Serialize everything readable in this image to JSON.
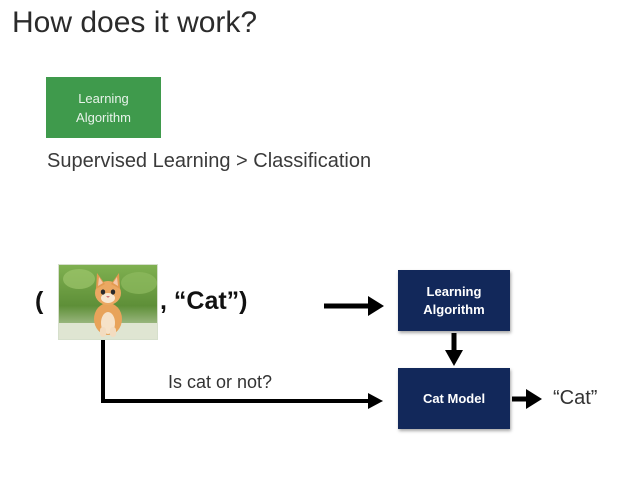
{
  "slide": {
    "title": "How does it work?",
    "legend_box": {
      "line1": "Learning",
      "line2": "Algorithm",
      "color": "#3f9a4c"
    },
    "subtitle": "Supervised Learning > Classification"
  },
  "diagram": {
    "input_open": "(",
    "input_image": "cat-photo",
    "input_label": ", “Cat”)",
    "learning_box": {
      "line1": "Learning",
      "line2": "Algorithm"
    },
    "model_box": {
      "label": "Cat Model"
    },
    "question": "Is cat or not?",
    "output": "“Cat”",
    "box_color": "#12285a"
  }
}
